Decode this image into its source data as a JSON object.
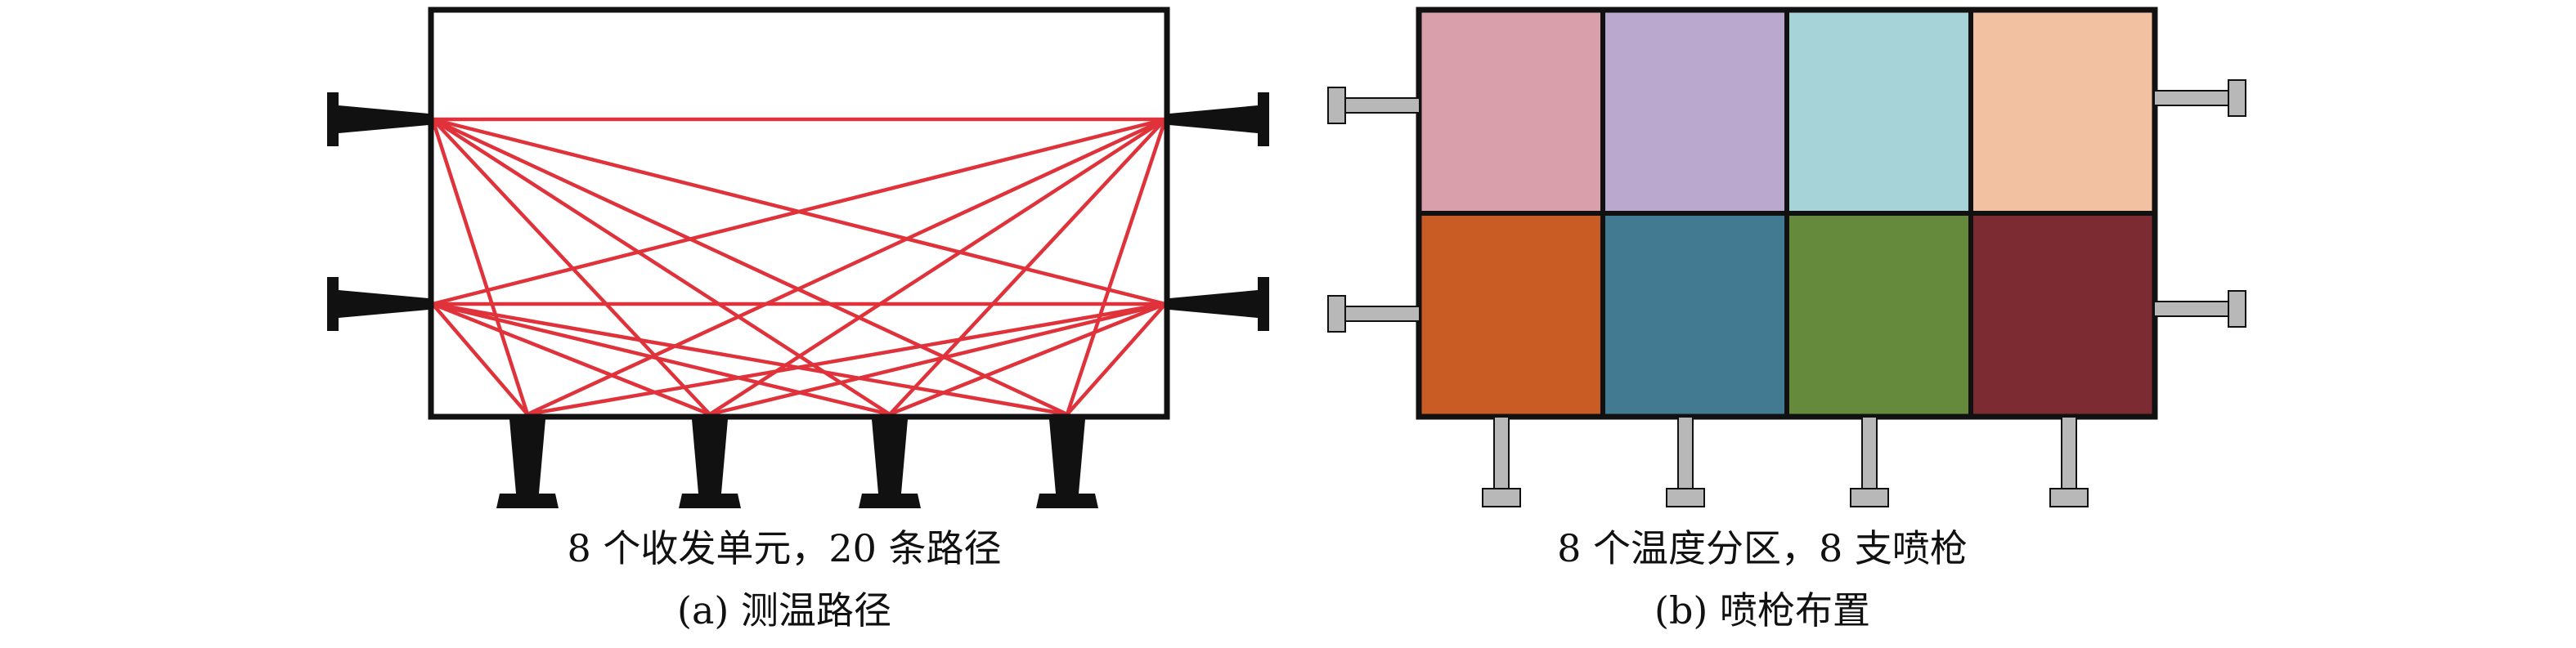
{
  "panel_a": {
    "caption_line1": "8 个收发单元，20 条路径",
    "caption_line2": "(a) 测温路径",
    "path_color": "#e0323a",
    "unit_count": 8,
    "path_count": 20
  },
  "panel_b": {
    "caption_line1": "8 个温度分区，8 支喷枪",
    "caption_line2": "(b) 喷枪布置",
    "zone_colors": [
      "#d9a0ab",
      "#bba8cf",
      "#a6d3d7",
      "#f2c1a1",
      "#c95c24",
      "#427b91",
      "#658a3c",
      "#7d2b33"
    ],
    "lance_color": "#b8b8b8"
  }
}
